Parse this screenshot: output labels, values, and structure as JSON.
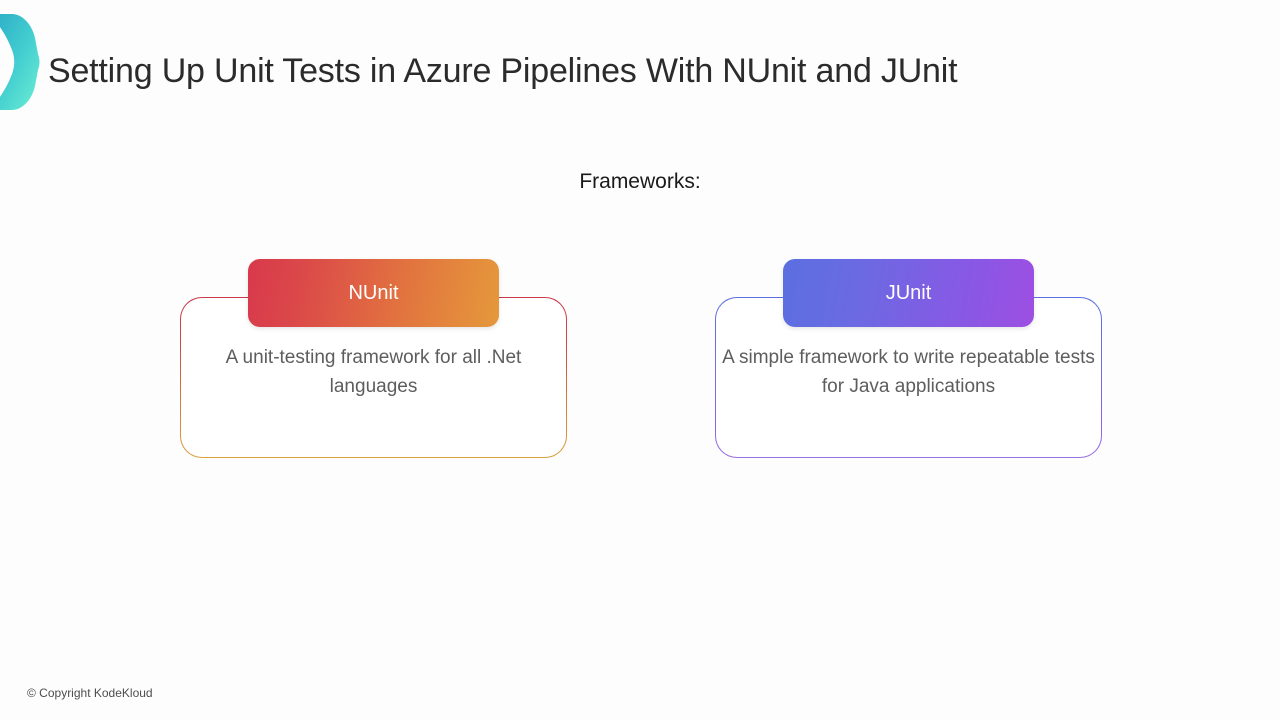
{
  "slide": {
    "title": "Setting Up Unit Tests in Azure Pipelines With NUnit and JUnit",
    "logo_icon": "chevron-right-logo",
    "section_label": "Frameworks:",
    "footer": "© Copyright KodeKloud",
    "background_color": "#fdfdfd",
    "title_color": "#2b2b2b"
  },
  "frameworks": [
    {
      "name": "NUnit",
      "description": "A unit-testing framework for all .Net languages",
      "header_gradient_from": "#d8394c",
      "header_gradient_to": "#e5993b",
      "border_gradient_from": "#c8394a",
      "border_gradient_to": "#d8a23f",
      "text_color": "#5d5d5d"
    },
    {
      "name": "JUnit",
      "description": "A simple framework to write repeatable tests for Java applications",
      "header_gradient_from": "#5b6fe0",
      "header_gradient_to": "#9d4fe2",
      "border_gradient_from": "#5b6fe0",
      "border_gradient_to": "#9a6fe0",
      "text_color": "#5d5d5d"
    }
  ],
  "logo": {
    "color_from": "#2bb6c4",
    "color_to": "#63e8d2"
  }
}
